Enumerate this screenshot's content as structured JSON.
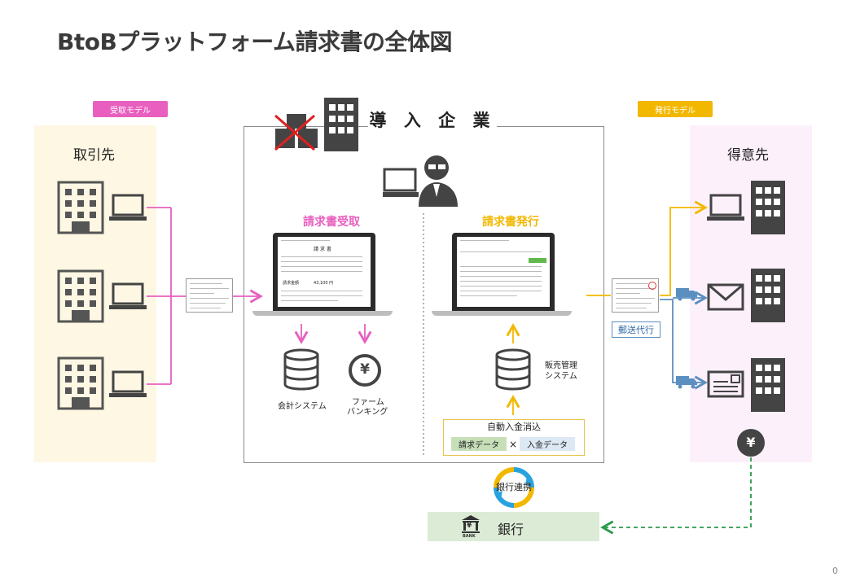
{
  "title": "BtoBプラットフォーム請求書の全体図",
  "left_panel": {
    "tag": "受取モデル",
    "label": "取引先"
  },
  "right_panel": {
    "tag": "発行モデル",
    "label": "得意先"
  },
  "center": {
    "title": "導 入 企 業",
    "receive_title": "請求書受取",
    "issue_title": "請求書発行",
    "accounting_label": "会計システム",
    "firm_banking_label": [
      "ファーム",
      "バンキング"
    ],
    "sales_mgmt_label": [
      "販売管理",
      "システム"
    ],
    "auto_box": {
      "title": "自動入金消込",
      "invoice_data": "請求データ",
      "times": "×",
      "payment_data": "入金データ"
    }
  },
  "receive_screen": {
    "doc_title": "請 求 書",
    "amount_label": "請求金額",
    "amount_value": "43,100 円"
  },
  "mail_agency_label": "郵送代行",
  "bank_link_label": "銀行連携",
  "bank": {
    "label": "銀行",
    "logo_text": "BANK",
    "logo_symbol": "¥"
  },
  "yen_symbol": "¥",
  "page_number": "0",
  "colors": {
    "receive_accent": "#e85fbf",
    "issue_accent": "#f2b800",
    "left_bg": "#fdf7e4",
    "right_bg": "#fcf0fb",
    "mail_line": "#5b8fc0",
    "bank_line": "#2a9a4a",
    "bank_bg": "#dcebd5"
  },
  "icons": [
    "building-icon",
    "laptop-icon",
    "envelope-icon",
    "postcard-icon",
    "truck-icon",
    "person-icon",
    "database-icon",
    "yen-coin-icon",
    "cycle-arrows-icon",
    "bank-icon",
    "boxes-crossed-icon"
  ]
}
